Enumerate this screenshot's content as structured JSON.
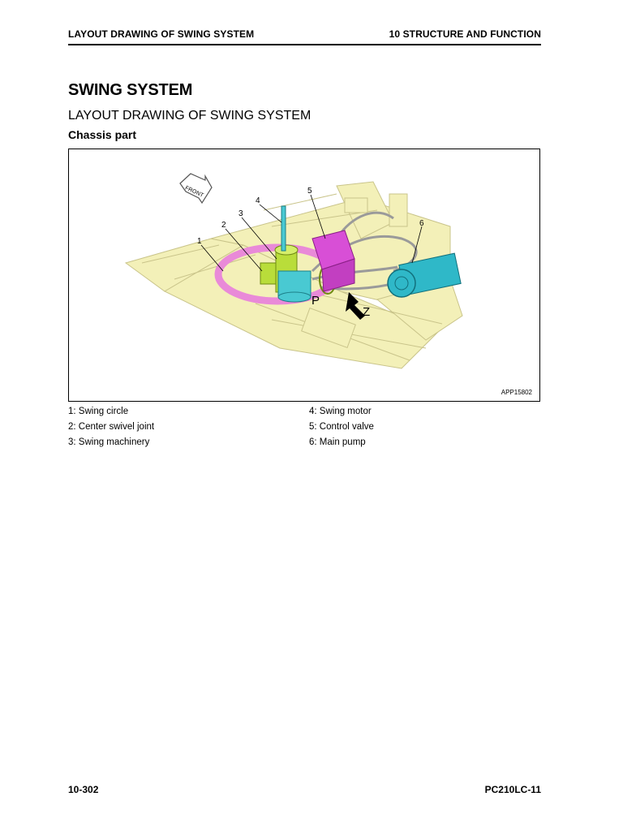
{
  "header": {
    "left": "LAYOUT DRAWING OF SWING SYSTEM",
    "right": "10 STRUCTURE AND FUNCTION"
  },
  "section_title": "SWING SYSTEM",
  "subsection_title": "LAYOUT DRAWING OF SWING SYSTEM",
  "part_title": "Chassis part",
  "figure": {
    "id": "APP15802",
    "front_label": "FRONT",
    "view_labels": {
      "p": "P",
      "z": "Z"
    },
    "callouts": [
      "1",
      "2",
      "3",
      "4",
      "5",
      "6"
    ],
    "colors": {
      "frame": "#f3f0b8",
      "frame_edge": "#c9c48a",
      "swing_circle": "#e98ad8",
      "swivel_machinery": "#b9dd3a",
      "swing_motor": "#49c9d2",
      "control_valve": "#d84fd6",
      "main_pump": "#2fb8c8"
    }
  },
  "legend": {
    "left": [
      "1: Swing circle",
      "2: Center swivel joint",
      "3: Swing machinery"
    ],
    "right": [
      "4: Swing motor",
      "5: Control valve",
      "6: Main pump"
    ]
  },
  "footer": {
    "left": "10-302",
    "right": "PC210LC-11"
  }
}
